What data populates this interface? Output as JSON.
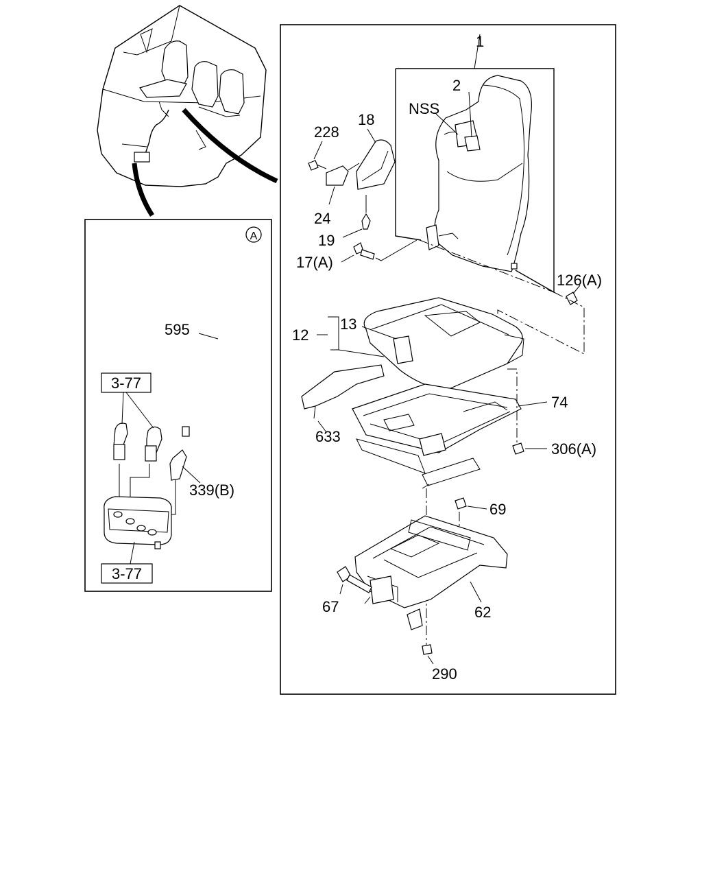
{
  "diagram": {
    "callouts": {
      "c1": "1",
      "c2": "2",
      "nss": "NSS",
      "c18": "18",
      "c228": "228",
      "c24": "24",
      "c19": "19",
      "c17a": "17(A)",
      "c126a": "126(A)",
      "c13": "13",
      "c12": "12",
      "c74": "74",
      "c633": "633",
      "c306a": "306(A)",
      "c69": "69",
      "c67": "67",
      "c62": "62",
      "c290": "290",
      "c595": "595",
      "c339b": "339(B)",
      "ref_top": "3-77",
      "ref_bottom": "3-77",
      "circle_a": "A"
    }
  }
}
